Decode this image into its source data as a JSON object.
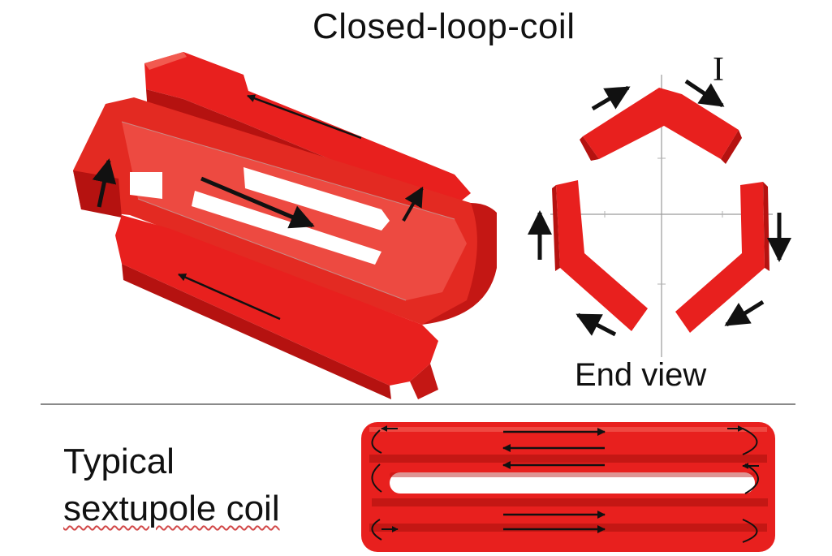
{
  "title": "Closed-loop-coil",
  "end_view_label": "End view",
  "current_label": "I",
  "typical_line1": "Typical",
  "typical_line2": "sextupole coil",
  "colors": {
    "coil_red": "#e8201e",
    "coil_dark": "#b51210",
    "coil_light": "#f25a50",
    "arrow": "#111111",
    "axis": "#9a9a9a"
  }
}
